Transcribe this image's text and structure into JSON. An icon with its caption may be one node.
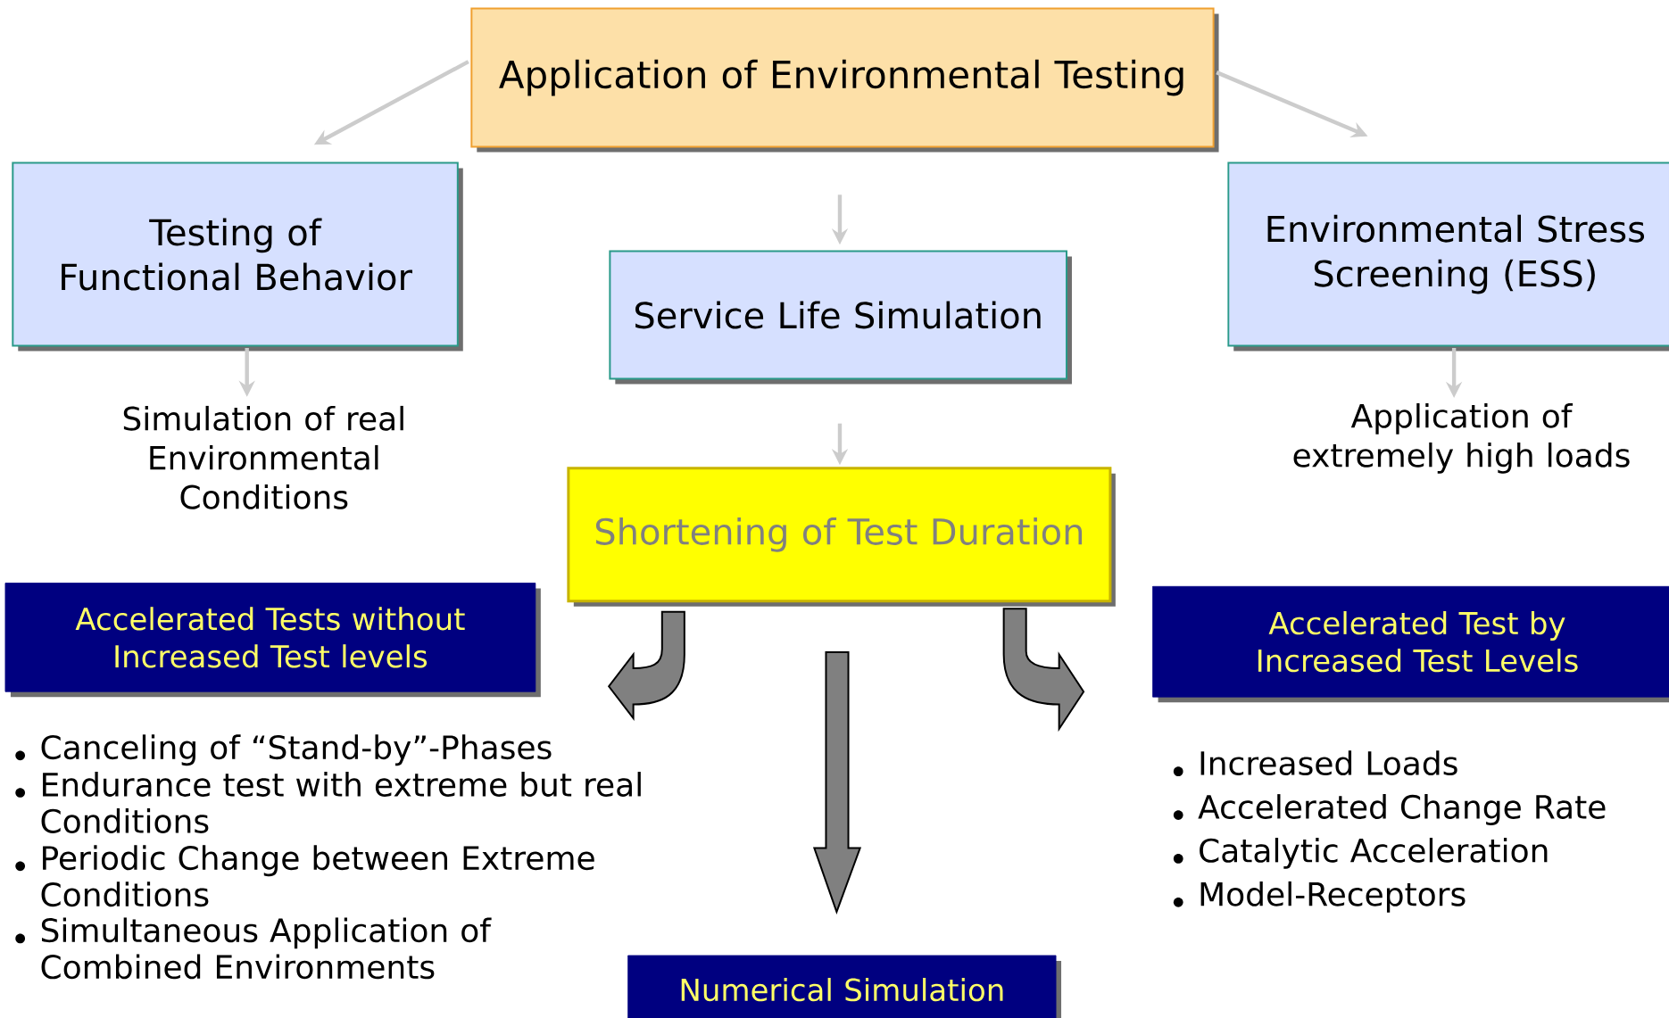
{
  "diagram": {
    "nodes": [
      {
        "text": [
          "Application of Environmental Testing"
        ]
      },
      {
        "text": [
          "Testing of Functional Behavior"
        ]
      },
      {
        "text": [
          "Service Life Simulation"
        ]
      },
      {
        "text": [
          "Environmental Stress Screening (ESS)"
        ]
      },
      {
        "text": [
          "Simulation of real Environmental Conditions"
        ]
      },
      {
        "text": [
          "Application of extremely high loads"
        ]
      },
      {
        "text": [
          "Shortening of Test Duration"
        ]
      },
      {
        "text": [
          "Accelerated Tests without Increased Test levels"
        ]
      },
      {
        "text": [
          "Accelerated Test by Increased Test Levels"
        ]
      },
      {
        "text": [
          "Numerical Simulation"
        ]
      }
    ],
    "edges": [
      {
        "from": 0,
        "to": 1,
        "arrow": "to"
      },
      {
        "from": 0,
        "to": 2,
        "arrow": "to"
      },
      {
        "from": 0,
        "to": 3,
        "arrow": "to"
      },
      {
        "from": 1,
        "to": 4,
        "arrow": "to"
      },
      {
        "from": 3,
        "to": 5,
        "arrow": "to"
      },
      {
        "from": 2,
        "to": 6,
        "arrow": "to"
      },
      {
        "from": 6,
        "to": 7,
        "arrow": "to",
        "style": "thick",
        "color": "#808080"
      },
      {
        "from": 6,
        "to": 9,
        "arrow": "to",
        "style": "thick",
        "color": "#808080"
      },
      {
        "from": 6,
        "to": 8,
        "arrow": "to",
        "style": "thick",
        "color": "#808080"
      }
    ],
    "labels": [
      "Canceling of “Stand-by”-Phases",
      "Endurance test with extreme but real Conditions",
      "Periodic Change between Extreme Conditions",
      "Simultaneous Application of Combined Environments",
      "Increased Loads",
      "Accelerated Change Rate",
      "Catalytic Acceleration",
      "Model-Receptors"
    ]
  }
}
